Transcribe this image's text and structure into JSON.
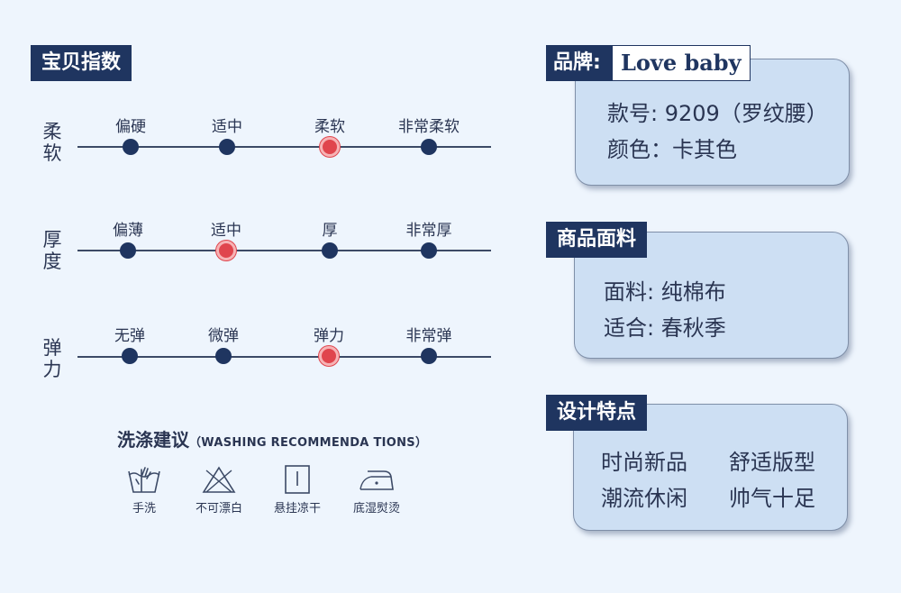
{
  "index": {
    "title": "宝贝指数",
    "rows": [
      {
        "label": "柔软",
        "options": [
          "偏硬",
          "适中",
          "柔软",
          "非常柔软"
        ],
        "selected": 2
      },
      {
        "label": "厚度",
        "options": [
          "偏薄",
          "适中",
          "厚",
          "非常厚"
        ],
        "selected": 1
      },
      {
        "label": "弹力",
        "options": [
          "无弹",
          "微弹",
          "弹力",
          "非常弹"
        ],
        "selected": 2
      }
    ]
  },
  "washing": {
    "title": "洗涤建议",
    "subtitle": "（WASHING RECOMMENDA TIONS）",
    "items": [
      {
        "label": "手洗",
        "icon": "hand-wash-icon"
      },
      {
        "label": "不可漂白",
        "icon": "no-bleach-icon"
      },
      {
        "label": "悬挂凉干",
        "icon": "line-dry-icon"
      },
      {
        "label": "底湿熨烫",
        "icon": "low-iron-icon"
      }
    ]
  },
  "brand": {
    "tag": "品牌:",
    "name": "Love baby",
    "lines": [
      "款号: 9209（罗纹腰）",
      "颜色：卡其色"
    ]
  },
  "fabric": {
    "tag": "商品面料",
    "lines": [
      "面料: 纯棉布",
      "适合: 春秋季"
    ]
  },
  "design": {
    "tag": "设计特点",
    "features": [
      "时尚新品",
      "舒适版型",
      "潮流休闲",
      "帅气十足"
    ]
  },
  "colors": {
    "background": "#eef5fd",
    "navy": "#1f3560",
    "selected": "#e0454d",
    "card": "#cddff3"
  }
}
